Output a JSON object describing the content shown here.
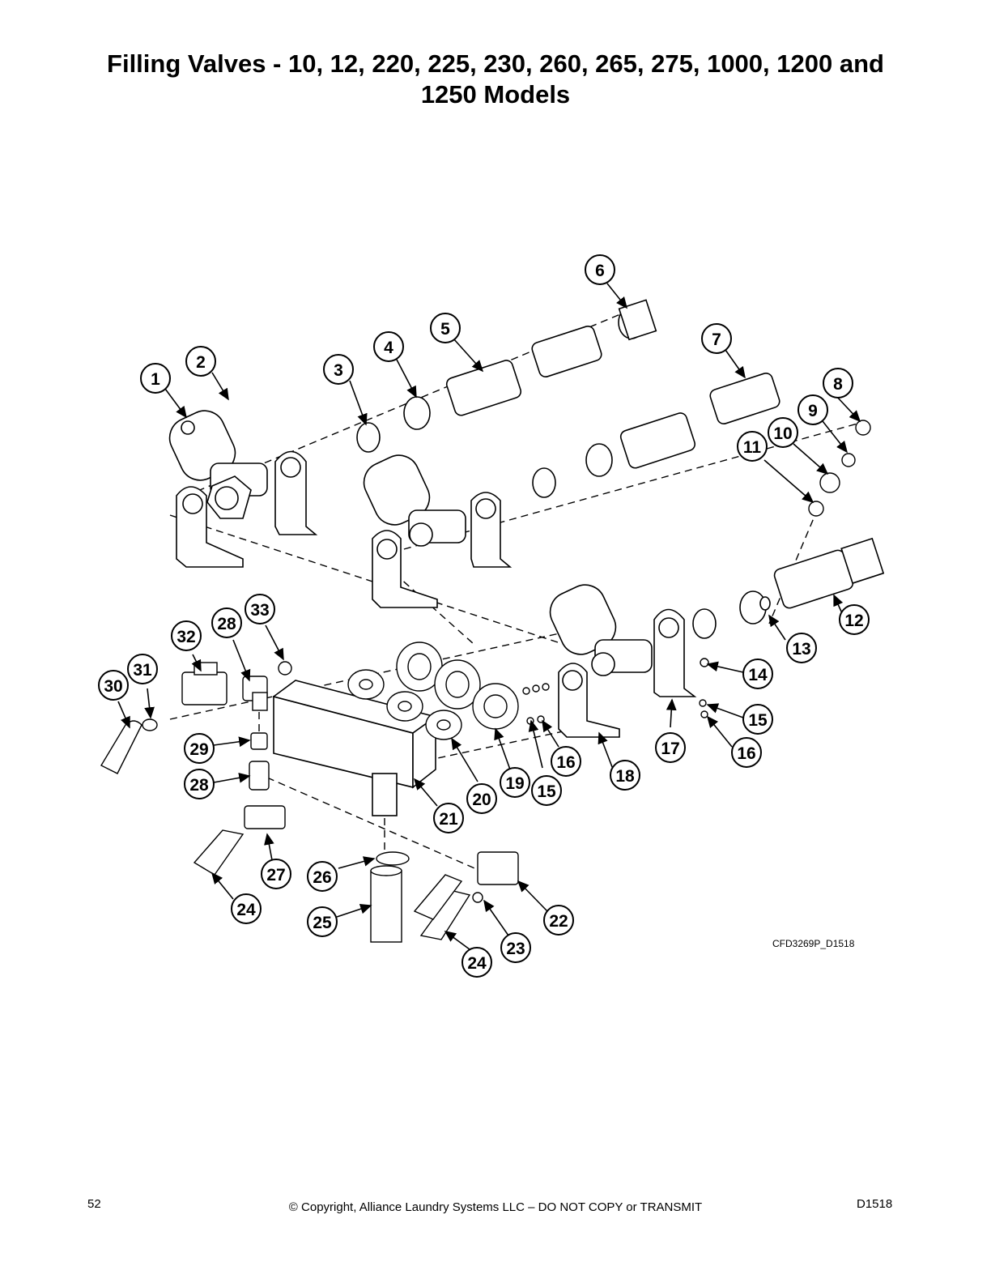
{
  "title_line1": "Filling Valves - 10, 12, 220, 225, 230, 260, 265, 275, 1000, 1200 and",
  "title_line2": "1250 Models",
  "figure_ref": "CFD3269P_D1518",
  "footer": {
    "page_number": "52",
    "copyright": "© Copyright, Alliance Laundry Systems LLC – DO NOT COPY or TRANSMIT",
    "doc_id": "D1518"
  },
  "callouts": [
    "1",
    "2",
    "3",
    "4",
    "5",
    "6",
    "7",
    "8",
    "9",
    "10",
    "11",
    "12",
    "13",
    "14",
    "15",
    "16",
    "17",
    "18",
    "19",
    "20",
    "21",
    "22",
    "23",
    "24",
    "25",
    "26",
    "27",
    "28",
    "29",
    "30",
    "31",
    "32",
    "33",
    "15",
    "16",
    "24",
    "28"
  ]
}
